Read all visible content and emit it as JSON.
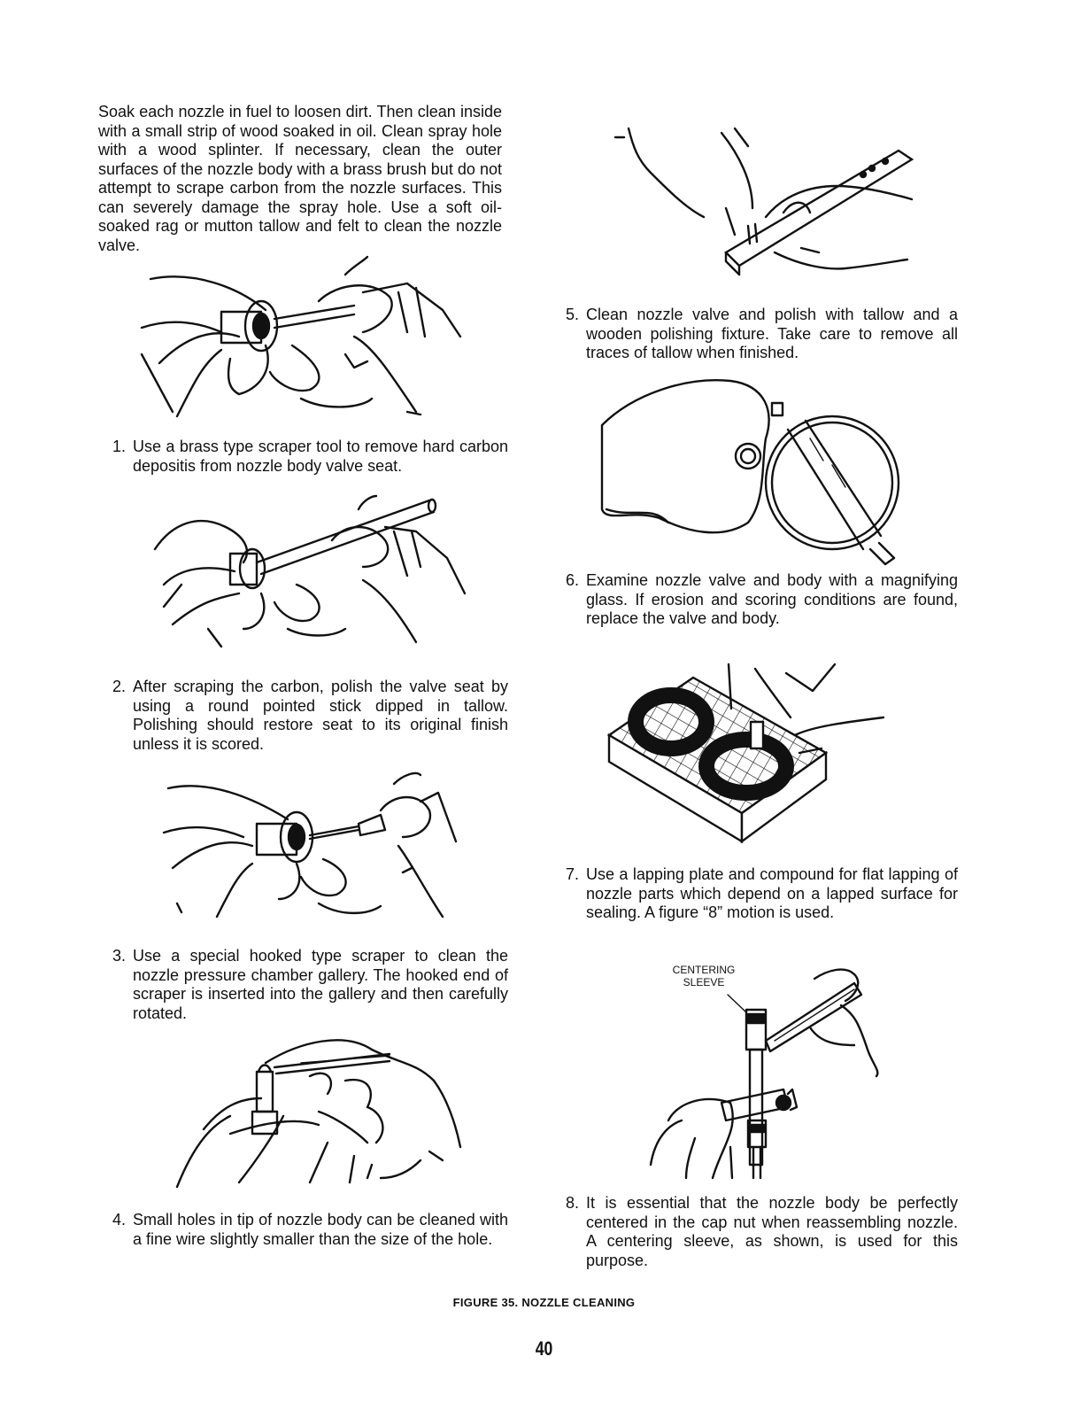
{
  "intro": "Soak each nozzle in fuel to loosen dirt. Then clean inside with a small strip of wood soaked in oil. Clean spray hole with a wood splinter. If necessary, clean the outer surfaces of the nozzle body with a brass brush but do not attempt to scrape carbon from the nozzle surfaces. This can severely damage the spray hole. Use a soft oil-soaked rag or mutton tallow and felt to clean the nozzle valve.",
  "steps": [
    {
      "num": "1.",
      "text": "Use a brass type scraper tool to remove hard carbon depositis from nozzle body valve seat."
    },
    {
      "num": "2.",
      "text": "After scraping the carbon, polish the valve seat by using a round pointed stick dipped in tallow. Polishing should restore seat to its original finish unless it is scored."
    },
    {
      "num": "3.",
      "text": "Use a special hooked type scraper to clean the nozzle pressure chamber gallery. The hooked end of scraper is inserted into the gallery and then carefully rotated."
    },
    {
      "num": "4.",
      "text": "Small holes in tip of nozzle body can be cleaned with a fine wire slightly smaller than the size of the hole."
    },
    {
      "num": "5.",
      "text": "Clean nozzle valve and polish with tallow and a wooden polishing fixture. Take care to remove all traces of tallow when finished."
    },
    {
      "num": "6.",
      "text": "Examine nozzle valve and body with a magnifying glass. If erosion and scoring conditions are found, replace the valve and body."
    },
    {
      "num": "7.",
      "text": "Use a lapping plate and compound for flat lapping of nozzle parts which depend on a lapped surface for sealing. A figure “8” motion is used."
    },
    {
      "num": "8.",
      "text": "It is essential that the nozzle body be perfectly centered in the cap nut when reassembling nozzle. A centering sleeve, as shown, is used for this purpose."
    }
  ],
  "figure_label": {
    "line1": "CENTERING",
    "line2": "SLEEVE"
  },
  "caption": "FIGURE 35.  NOZZLE CLEANING",
  "page_number": "40"
}
